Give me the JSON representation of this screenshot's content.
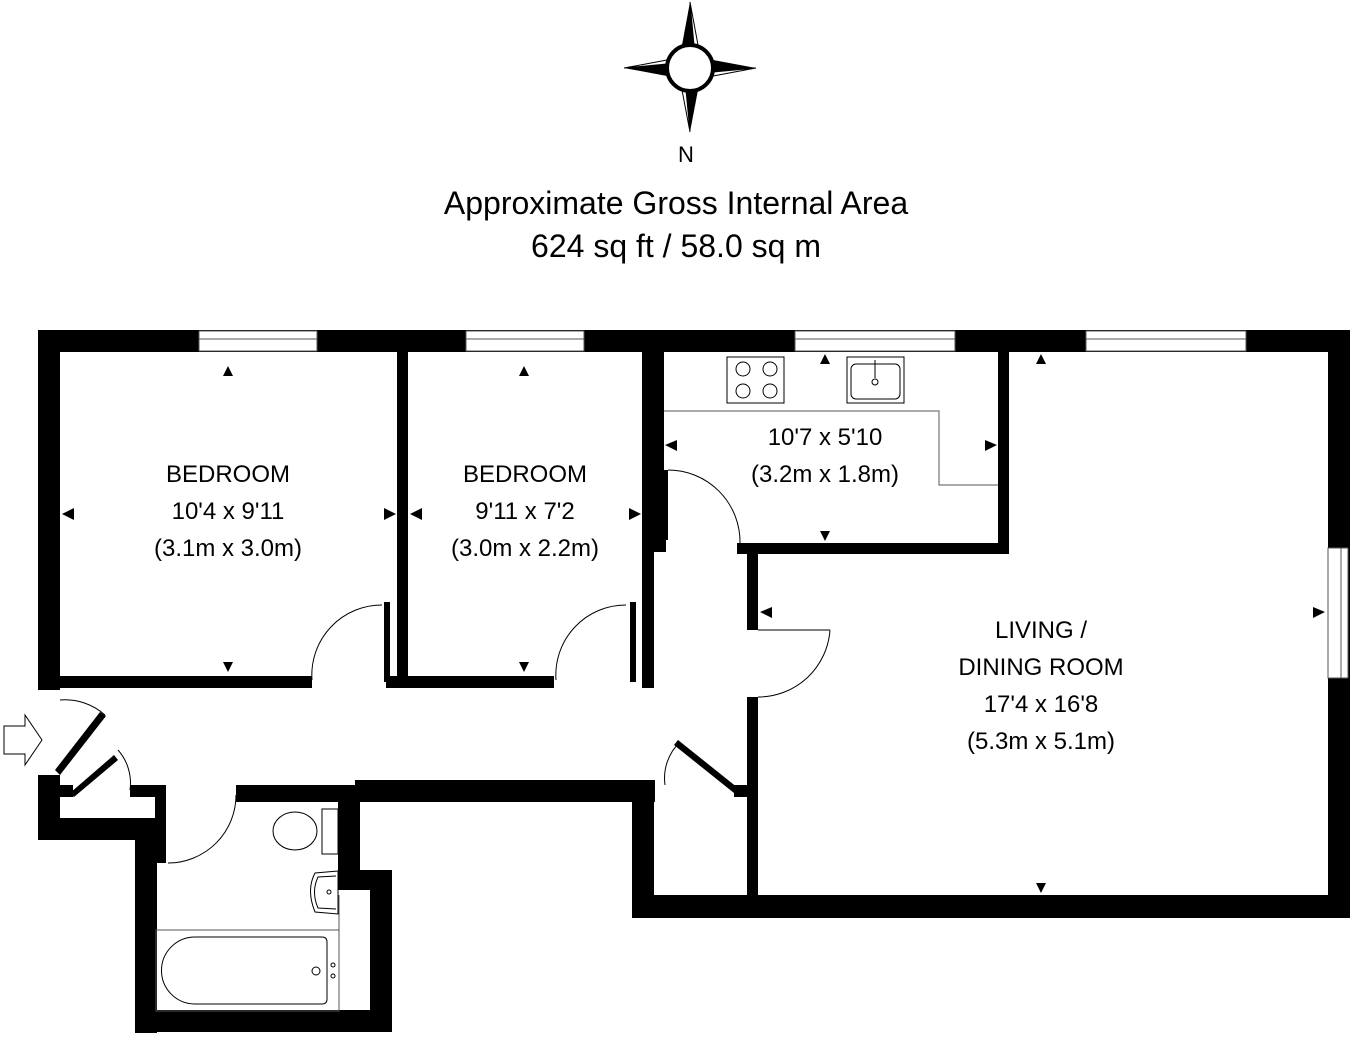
{
  "compass": {
    "north_label": "N"
  },
  "header": {
    "title": "Approximate Gross Internal Area",
    "area": "624 sq ft / 58.0 sq m"
  },
  "rooms": [
    {
      "name": "BEDROOM",
      "dims_imperial": "10'4 x 9'11",
      "dims_metric": "(3.1m x 3.0m)"
    },
    {
      "name": "BEDROOM",
      "dims_imperial": "9'11 x 7'2",
      "dims_metric": "(3.0m x 2.2m)"
    },
    {
      "name": "",
      "dims_imperial": "10'7 x 5'10",
      "dims_metric": "(3.2m x 1.8m)"
    },
    {
      "name_line1": "LIVING /",
      "name_line2": "DINING ROOM",
      "dims_imperial": "17'4 x 16'8",
      "dims_metric": "(5.3m x 5.1m)"
    }
  ],
  "colors": {
    "wall": "#000000",
    "background": "#ffffff"
  }
}
